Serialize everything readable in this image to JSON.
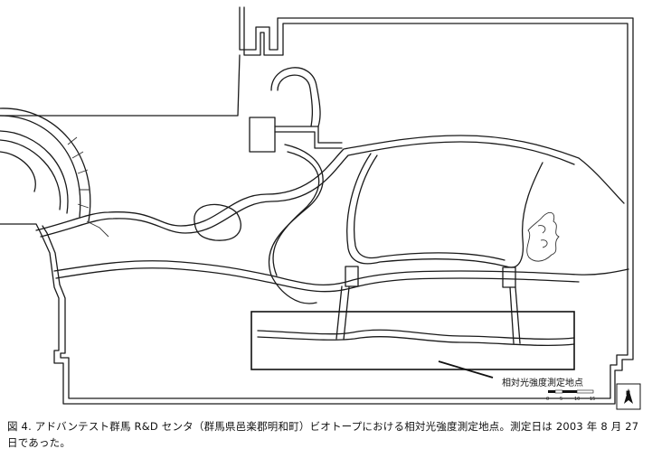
{
  "map": {
    "callout_label": "相対光強度測定地点",
    "scale_ticks": [
      "0",
      "5",
      "10",
      "15"
    ],
    "north_label": "N"
  },
  "caption": {
    "line1": "図 4.  アドバンテスト群馬 R&D センタ（群馬県邑楽郡明和町）ビオトープにおける相対光強度測定地点。測定日は 2003 年 8 月 27",
    "line2": "日であった。"
  }
}
